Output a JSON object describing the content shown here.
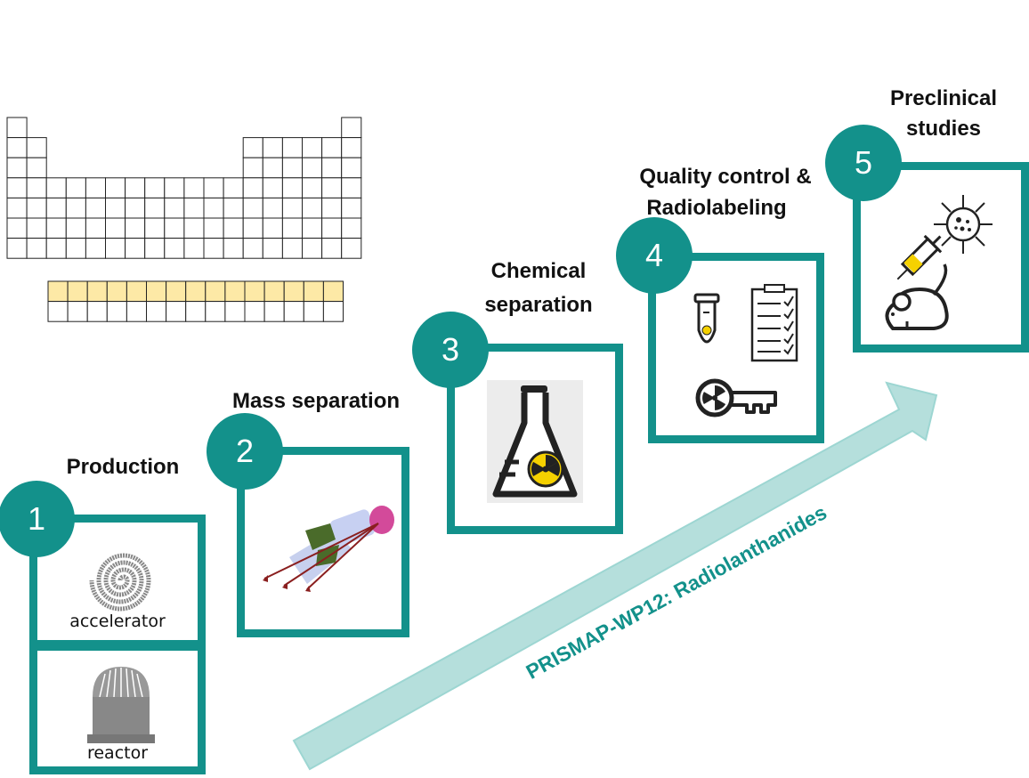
{
  "pathway_label": "PRISMAP-WP12: Radiolanthanides",
  "colors": {
    "teal": "#13918b",
    "arrow_fill": "#a9dad7",
    "lanthanide_highlight": "#fde9a6"
  },
  "steps": [
    {
      "number": "1",
      "title": "Production",
      "captions": [
        "accelerator",
        "reactor"
      ],
      "icons": [
        "spiral-icon",
        "reactor-icon"
      ]
    },
    {
      "number": "2",
      "title": "Mass separation",
      "icons": [
        "mass-separator-icon"
      ]
    },
    {
      "number": "3",
      "title_line1": "Chemical",
      "title_line2": "separation",
      "icons": [
        "flask-radiation-icon"
      ]
    },
    {
      "number": "4",
      "title_line1": "Quality control &",
      "title_line2": "Radiolabeling",
      "icons": [
        "test-tube-icon",
        "checklist-icon",
        "radiation-key-icon"
      ]
    },
    {
      "number": "5",
      "title_line1": "Preclinical",
      "title_line2": "studies",
      "icons": [
        "virus-icon",
        "syringe-icon",
        "mouse-icon"
      ]
    }
  ],
  "periodic_table": {
    "highlighted_row": "lanthanides"
  }
}
